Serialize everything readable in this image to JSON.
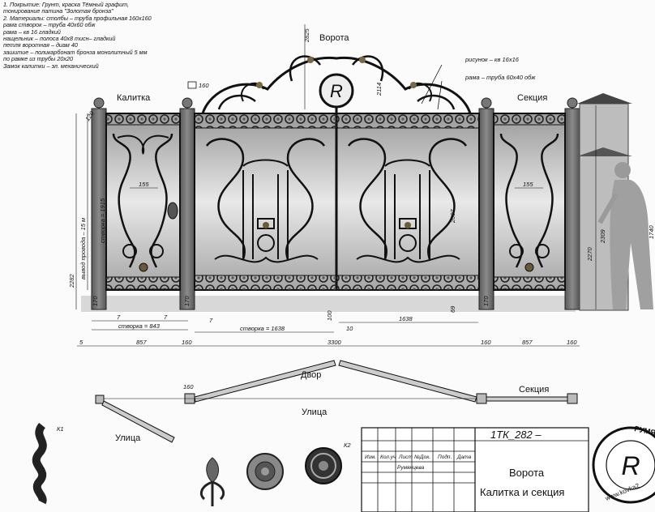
{
  "notes": [
    "1. Покрытие: Грунт, краска Тёмный графит,",
    "тонирование патина \"Золотая бронза\"",
    "2. Материалы:  столбы – труба профильная 160х160",
    "рама створок – труба 40х60 обж",
    "рама – кв 16 гладкий",
    "нащельник – полоса 40х8 тисн– гладкий",
    "петля воротная – диам 40",
    "зашитие  –  поликарбонат бронза монолитный  5 мм",
    "по рамке из трубы 20х20",
    "Замок калитки – эл. механический"
  ],
  "labels": {
    "gate": "Ворота",
    "wicket": "Калитка",
    "section": "Секция",
    "yard": "Двор",
    "street": "Улица",
    "street2": "Улица",
    "section_plan": "Секция"
  },
  "callouts": {
    "pattern": "рисунок – кв 16х16",
    "frame": "рама – труба 60х40 обж"
  },
  "dims": {
    "h2825": "2825",
    "d160_top": "160",
    "w155_left": "155",
    "w155_right": "155",
    "h2097": "2097",
    "h1915": "створка = 1915",
    "h2282": "2282",
    "wire": "вывод провода – 15 м",
    "h170_left": "170",
    "h170_mid": "170",
    "h170_right": "170",
    "h2309": "2309",
    "h2270": "2270",
    "h1740": "1740",
    "h100": "100",
    "h69": "69",
    "g7a": "7",
    "g7b": "7",
    "g7c": "7",
    "leaf843": "створка = 843",
    "leaf1638": "створка = 1638",
    "g10": "10",
    "w1638": "1638",
    "b5": "5",
    "b857_left": "857",
    "b160_a": "160",
    "b3300": "3300",
    "b160_b": "160",
    "b857_right": "857",
    "b160_c": "160",
    "p160": "160",
    "n160": "160",
    "n2114": "2114",
    "n120": "120"
  },
  "marks": {
    "k1": "К1",
    "k2": "К2"
  },
  "titleblock": {
    "code": "1ТК_282 –",
    "headers": [
      "Изм.",
      "Кол.уч",
      "Лист",
      "№Док.",
      "Подп.",
      "Дата"
    ],
    "author": "Румянцева",
    "title1": "Ворота",
    "title2": "Калитка и секция"
  },
  "stamp": {
    "name": "РУМЯНЦЕВА",
    "letter": "R",
    "site": "www.kovka2"
  }
}
